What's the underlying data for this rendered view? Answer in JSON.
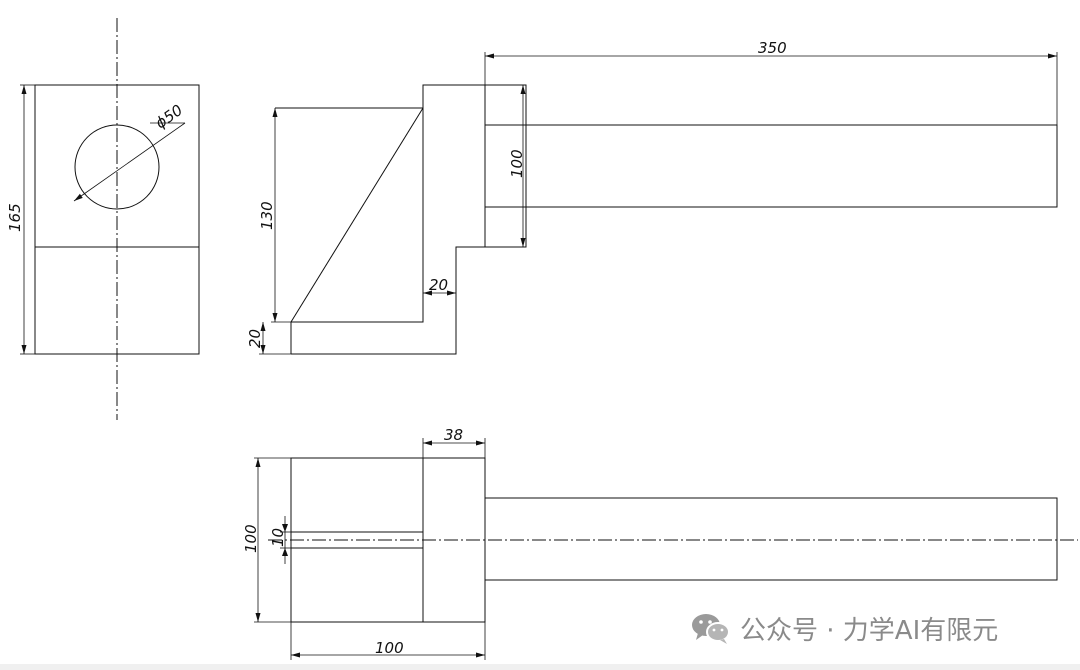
{
  "drawing": {
    "dimensions": {
      "d350": "350",
      "d165": "165",
      "phi50": "ϕ50",
      "d130": "130",
      "d100_side": "100",
      "d20_step": "20",
      "d20_base": "20",
      "d38": "38",
      "d100_plan_v": "100",
      "d10": "10",
      "d100_plan_h": "100"
    }
  },
  "watermark": {
    "text": "公众号 · 力学AI有限元",
    "icon": "wechat-icon"
  }
}
